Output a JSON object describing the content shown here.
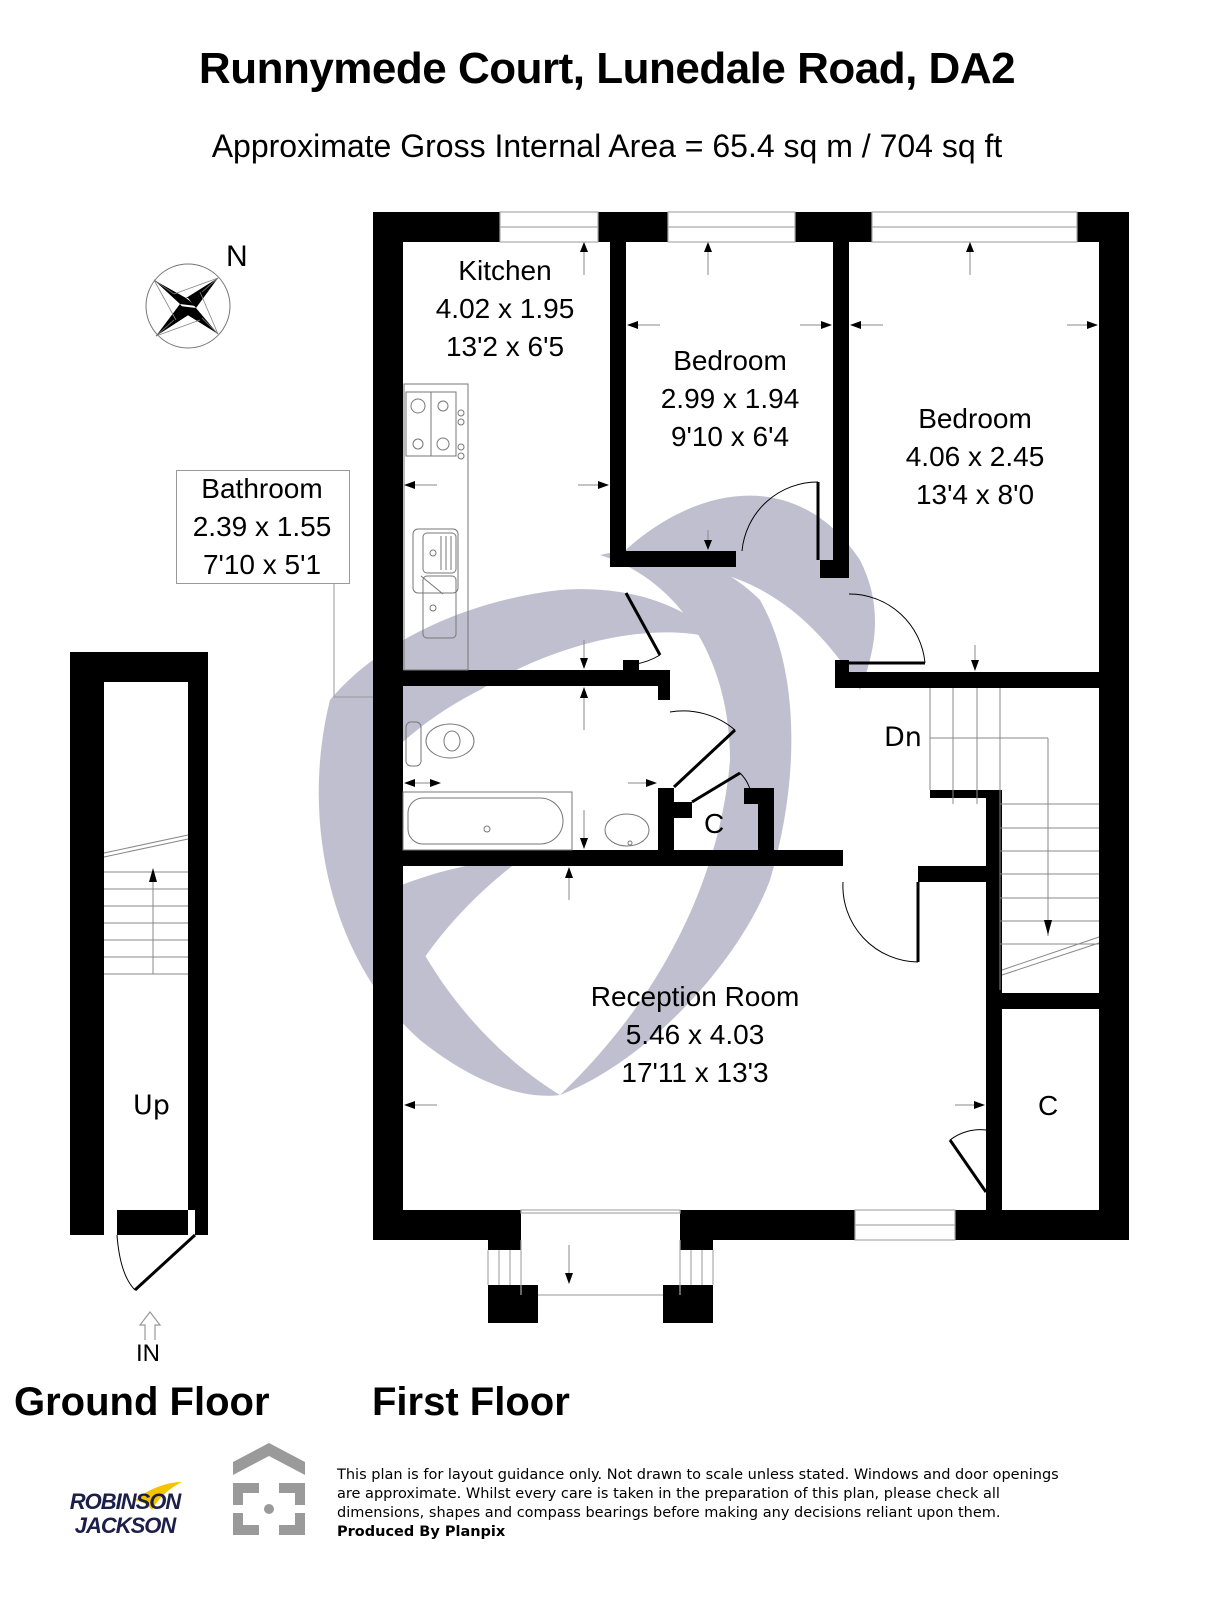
{
  "header": {
    "title": "Runnymede Court, Lunedale Road, DA2",
    "subtitle": "Approximate Gross Internal Area = 65.4 sq m / 704 sq ft"
  },
  "compass": {
    "label": "N",
    "icon": "compass-rose-icon"
  },
  "colors": {
    "wall": "#000000",
    "fixture_line": "#8a8a8a",
    "watermark": "#9c9cb8",
    "brand_navy": "#1c1f4a",
    "brand_yellow": "#f5c400",
    "planpix_grey": "#9a9a9a"
  },
  "rooms": {
    "kitchen": {
      "name": "Kitchen",
      "metric": "4.02 x 1.95",
      "imperial": "13'2 x 6'5"
    },
    "bedroom_small": {
      "name": "Bedroom",
      "metric": "2.99 x 1.94",
      "imperial": "9'10 x 6'4"
    },
    "bedroom_large": {
      "name": "Bedroom",
      "metric": "4.06 x 2.45",
      "imperial": "13'4 x 8'0"
    },
    "bathroom": {
      "name": "Bathroom",
      "metric": "2.39 x 1.55",
      "imperial": "7'10 x 5'1"
    },
    "reception": {
      "name": "Reception Room",
      "metric": "5.46 x 4.03",
      "imperial": "17'11 x 13'3"
    },
    "cupboard_1": {
      "name": "C"
    },
    "cupboard_2": {
      "name": "C"
    }
  },
  "stairs": {
    "down_label": "Dn",
    "up_label": "Up"
  },
  "entrance": {
    "label": "IN"
  },
  "floors": {
    "ground": "Ground Floor",
    "first": "First Floor"
  },
  "footer": {
    "brand_line1": "ROBINSON",
    "brand_line2": "JACKSON",
    "disclaimer_lines": [
      "This plan is for layout guidance only. Not drawn to scale unless stated. Windows and door openings",
      "are approximate. Whilst every care is taken in the preparation of this plan, please check all",
      "dimensions, shapes and compass bearings before making any decisions reliant upon them."
    ],
    "producer": "Produced By Planpix"
  }
}
